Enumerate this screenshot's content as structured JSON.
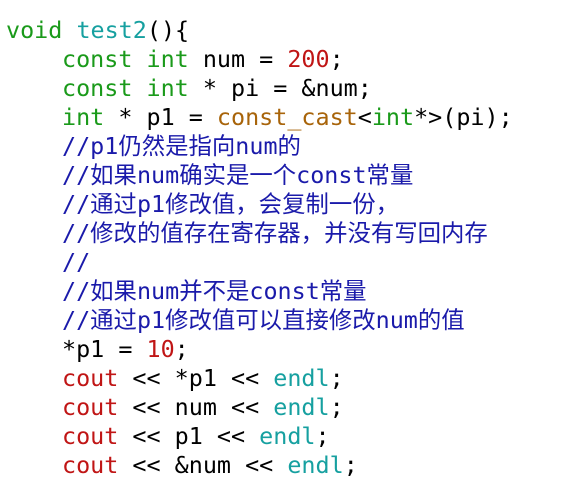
{
  "editor": {
    "lines": [
      {
        "indent": false,
        "tokens": [
          {
            "t": "kw",
            "text": "void"
          },
          {
            "t": "pl",
            "text": " "
          },
          {
            "t": "fn",
            "text": "test2"
          },
          {
            "t": "pl",
            "text": "(){"
          }
        ]
      },
      {
        "indent": true,
        "tokens": [
          {
            "t": "kw",
            "text": "const"
          },
          {
            "t": "pl",
            "text": " "
          },
          {
            "t": "kw",
            "text": "int"
          },
          {
            "t": "pl",
            "text": " num = "
          },
          {
            "t": "num",
            "text": "200"
          },
          {
            "t": "pl",
            "text": ";"
          }
        ]
      },
      {
        "indent": true,
        "tokens": [
          {
            "t": "kw",
            "text": "const"
          },
          {
            "t": "pl",
            "text": " "
          },
          {
            "t": "kw",
            "text": "int"
          },
          {
            "t": "pl",
            "text": " * pi = &num;"
          }
        ]
      },
      {
        "indent": true,
        "tokens": [
          {
            "t": "kw",
            "text": "int"
          },
          {
            "t": "pl",
            "text": " * p1 = "
          },
          {
            "t": "cast",
            "text": "const_cast"
          },
          {
            "t": "pl",
            "text": "<"
          },
          {
            "t": "kw",
            "text": "int"
          },
          {
            "t": "pl",
            "text": "*>(pi);"
          }
        ]
      },
      {
        "indent": true,
        "tokens": [
          {
            "t": "cmt",
            "text": "//p1仍然是指向num的"
          }
        ]
      },
      {
        "indent": true,
        "tokens": [
          {
            "t": "cmt",
            "text": "//如果num确实是一个const常量"
          }
        ]
      },
      {
        "indent": true,
        "tokens": [
          {
            "t": "cmt",
            "text": "//通过p1修改值，会复制一份，"
          }
        ]
      },
      {
        "indent": true,
        "tokens": [
          {
            "t": "cmt",
            "text": "//修改的值存在寄存器，并没有写回内存"
          }
        ]
      },
      {
        "indent": true,
        "tokens": [
          {
            "t": "cmt",
            "text": "//"
          }
        ]
      },
      {
        "indent": true,
        "tokens": [
          {
            "t": "cmt",
            "text": "//如果num并不是const常量"
          }
        ]
      },
      {
        "indent": true,
        "tokens": [
          {
            "t": "cmt",
            "text": "//通过p1修改值可以直接修改num的值"
          }
        ]
      },
      {
        "indent": true,
        "tokens": [
          {
            "t": "pl",
            "text": "*p1 = "
          },
          {
            "t": "num",
            "text": "10"
          },
          {
            "t": "pl",
            "text": ";"
          }
        ]
      },
      {
        "indent": true,
        "tokens": [
          {
            "t": "num",
            "text": "cout"
          },
          {
            "t": "pl",
            "text": " << *p1 << "
          },
          {
            "t": "fn",
            "text": "endl"
          },
          {
            "t": "pl",
            "text": ";"
          }
        ]
      },
      {
        "indent": true,
        "tokens": [
          {
            "t": "num",
            "text": "cout"
          },
          {
            "t": "pl",
            "text": " << num << "
          },
          {
            "t": "fn",
            "text": "endl"
          },
          {
            "t": "pl",
            "text": ";"
          }
        ]
      },
      {
        "indent": true,
        "tokens": [
          {
            "t": "num",
            "text": "cout"
          },
          {
            "t": "pl",
            "text": " << p1 << "
          },
          {
            "t": "fn",
            "text": "endl"
          },
          {
            "t": "pl",
            "text": ";"
          }
        ]
      },
      {
        "indent": true,
        "tokens": [
          {
            "t": "num",
            "text": "cout"
          },
          {
            "t": "pl",
            "text": " << &num << "
          },
          {
            "t": "fn",
            "text": "endl"
          },
          {
            "t": "pl",
            "text": ";"
          }
        ]
      }
    ]
  },
  "colors": {
    "keyword": "#1a9a1a",
    "function": "#16a0a0",
    "number": "#c01515",
    "cast": "#a8640a",
    "comment": "#1a1aaa",
    "plain": "#000000",
    "background": "#ffffff"
  }
}
